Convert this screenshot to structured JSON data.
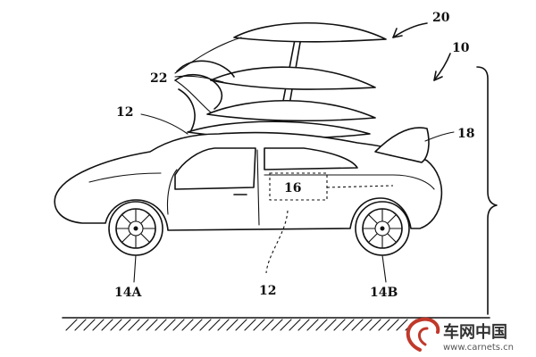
{
  "labels": {
    "l20": "20",
    "l10": "10",
    "l22": "22",
    "l12_top": "12",
    "l18": "18",
    "l16": "16",
    "l14a": "14A",
    "l12_bottom": "12",
    "l14b": "14B"
  },
  "watermark": {
    "brand": "车网中国",
    "url": "www.carnets.cn"
  }
}
